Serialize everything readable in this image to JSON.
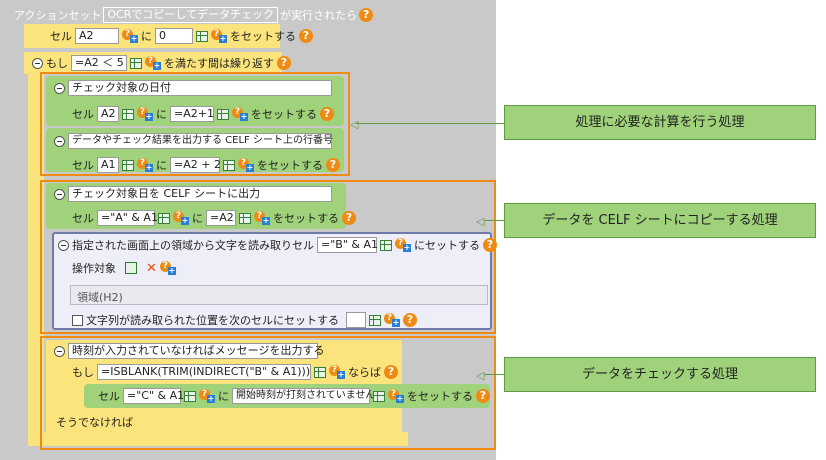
{
  "title": {
    "prefix": "アクションセット",
    "name": "OCRでコピーしてデータチェック",
    "suffix": "が実行されたら"
  },
  "set1": {
    "label": "セル",
    "cell": "A2",
    "to_label": "に",
    "value": "0",
    "suffix": "をセットする"
  },
  "if_block": {
    "label": "もし",
    "condition": "=A2 ＜ 5",
    "suffix": "を満たす間は繰り返す"
  },
  "block1": {
    "sub1": {
      "title": "チェック対象の日付",
      "label": "セル",
      "cell": "A2",
      "to_label": "に",
      "value": "=A2+1",
      "suffix": "をセットする"
    },
    "sub2": {
      "title": "データやチェック結果を出力する CELF シート上の行番号",
      "label": "セル",
      "cell": "A1",
      "to_label": "に",
      "value": "=A2 + 2",
      "suffix": "をセットする"
    }
  },
  "block2": {
    "copy": {
      "title": "チェック対象日を CELF シートに出力",
      "label": "セル",
      "cell": "=\"A\" & A1",
      "to_label": "に",
      "value": "=A2",
      "suffix": "をセットする"
    },
    "ocr": {
      "title": "指定された画面上の領域から文字を読み取りセル",
      "cell": "=\"B\" & A1",
      "suffix": "にセットする",
      "target_label": "操作対象",
      "region": "領域(H2)",
      "checkbox_label": "文字列が読み取られた位置を次のセルにセットする"
    }
  },
  "block3": {
    "title": "時刻が入力されていなければメッセージを出力する",
    "if_label": "もし",
    "condition": "=ISBLANK(TRIM(INDIRECT(\"B\" & A1)))",
    "then_label": "ならば",
    "set": {
      "label": "セル",
      "cell": "=\"C\" & A1",
      "to_label": "に",
      "value": "開始時刻が打刻されていません。",
      "suffix": "をセットする"
    },
    "else_label": "そうでなければ"
  },
  "callouts": {
    "c1": "処理に必要な計算を行う処理",
    "c2": "データを CELF シートにコピーする処理",
    "c3": "データをチェックする処理"
  },
  "colors": {
    "accent": "#ef8a12",
    "green": "#9fd27b",
    "yellow": "#fbe47c"
  }
}
